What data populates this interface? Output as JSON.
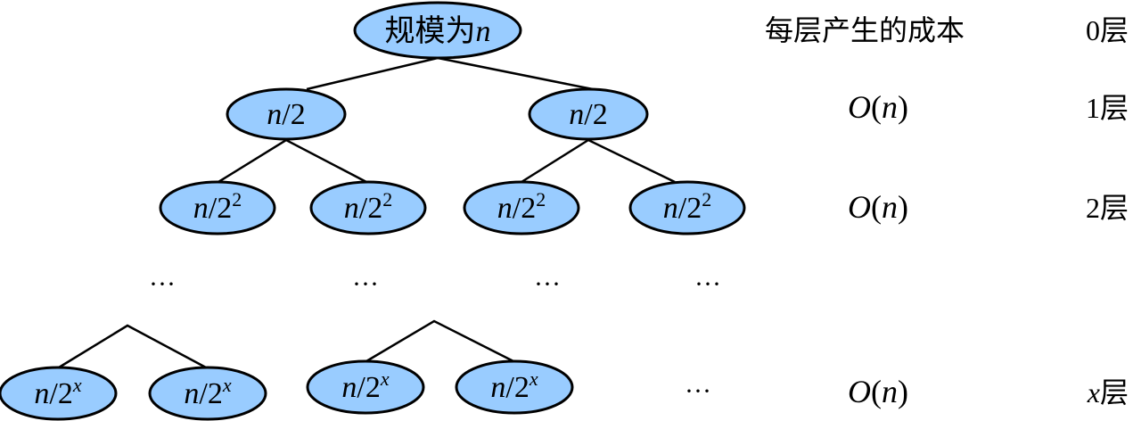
{
  "tree": {
    "root": {
      "prefix": "规模为",
      "var": "n"
    },
    "level1": [
      {
        "var": "n",
        "rest": "/2",
        "exp": ""
      },
      {
        "var": "n",
        "rest": "/2",
        "exp": ""
      }
    ],
    "level2": [
      {
        "var": "n",
        "rest": "/2",
        "exp": "2"
      },
      {
        "var": "n",
        "rest": "/2",
        "exp": "2"
      },
      {
        "var": "n",
        "rest": "/2",
        "exp": "2"
      },
      {
        "var": "n",
        "rest": "/2",
        "exp": "2"
      }
    ],
    "ellipsis_row": [
      "···",
      "···",
      "···",
      "···"
    ],
    "levelx": [
      {
        "var": "n",
        "rest": "/2",
        "exp": "x"
      },
      {
        "var": "n",
        "rest": "/2",
        "exp": "x"
      },
      {
        "var": "n",
        "rest": "/2",
        "exp": "x"
      },
      {
        "var": "n",
        "rest": "/2",
        "exp": "x"
      }
    ],
    "levelx_ellipsis": "···"
  },
  "cost_column": {
    "header": "每层产生的成本",
    "rows": [
      {
        "O": "O",
        "open": "(",
        "var": "n",
        "close": ")"
      },
      {
        "O": "O",
        "open": "(",
        "var": "n",
        "close": ")"
      },
      {
        "O": "O",
        "open": "(",
        "var": "n",
        "close": ")"
      }
    ]
  },
  "level_column": [
    {
      "num": "0",
      "suffix": "层",
      "italic": false
    },
    {
      "num": "1",
      "suffix": "层",
      "italic": false
    },
    {
      "num": "2",
      "suffix": "层",
      "italic": false
    },
    {
      "num": "x",
      "suffix": "层",
      "italic": true
    }
  ],
  "colors": {
    "node_fill": "#99ccff",
    "stroke": "#000000"
  }
}
